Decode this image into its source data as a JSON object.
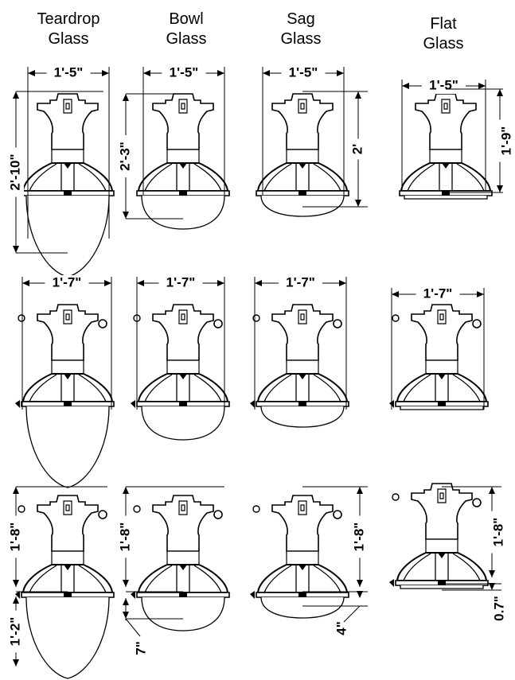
{
  "headers": [
    {
      "line1": "Teardrop",
      "line2": "Glass"
    },
    {
      "line1": "Bowl",
      "line2": "Glass"
    },
    {
      "line1": "Sag",
      "line2": "Glass"
    },
    {
      "line1": "Flat",
      "line2": "Glass"
    }
  ],
  "dims": {
    "row1": {
      "width": "1'-5\"",
      "tear_h": "2'-10\"",
      "bowl_h": "2'-3\"",
      "sag_h": "2'",
      "flat_h": "1'-9\""
    },
    "row2": {
      "width": "1'-7\""
    },
    "row3": {
      "tear_body": "1'-8\"",
      "tear_glass": "1'-2\"",
      "bowl_body": "1'-8\"",
      "bowl_glass": "7\"",
      "sag_body": "1'-8\"",
      "sag_glass": "4\"",
      "flat_body": "1'-8\"",
      "flat_glass": "0.7\""
    }
  }
}
